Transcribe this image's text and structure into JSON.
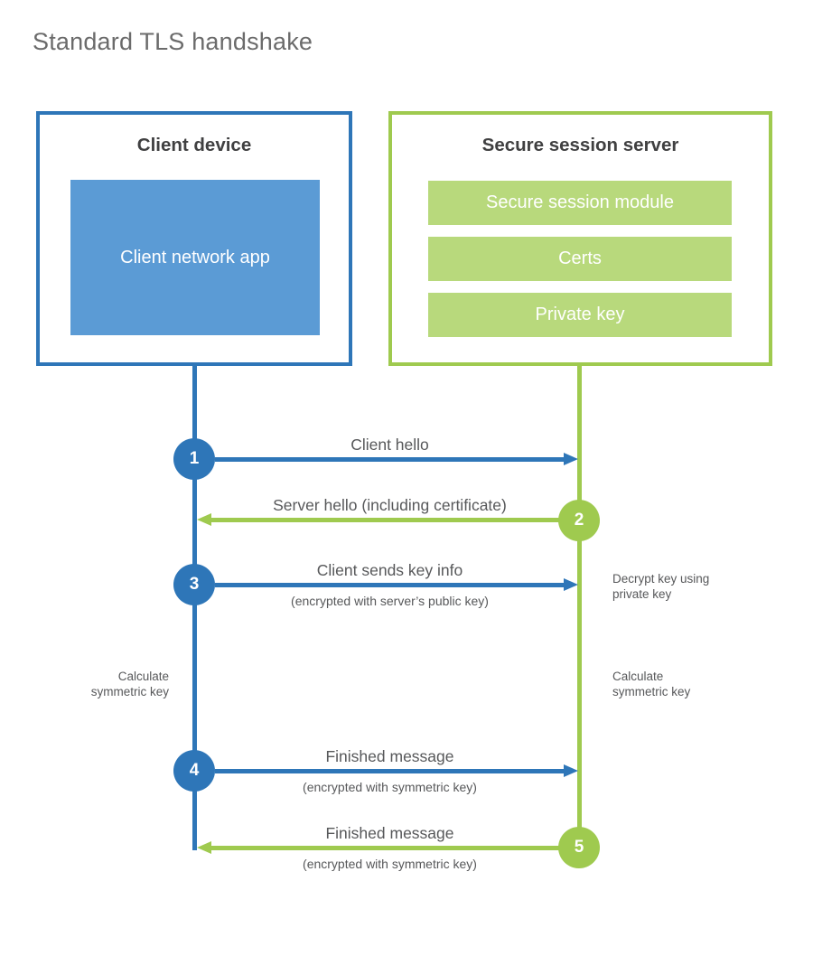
{
  "title": "Standard TLS handshake",
  "colors": {
    "blue": "#2e76b8",
    "blue_fill": "#5b9bd5",
    "green": "#9fca4f",
    "green_fill": "#b8d97c",
    "heading": "#404041",
    "label": "#57585a",
    "title_gray": "#6b6b6b"
  },
  "client": {
    "title": "Client device",
    "app_label": "Client network app"
  },
  "server": {
    "title": "Secure session server",
    "modules": [
      "Secure session module",
      "Certs",
      "Private key"
    ]
  },
  "steps": [
    {
      "num": "1",
      "label": "Client hello"
    },
    {
      "num": "2",
      "label": "Server hello (including certificate)"
    },
    {
      "num": "3",
      "label": "Client sends key info",
      "sublabel": "(encrypted with server’s public key)"
    },
    {
      "num": "4",
      "label": "Finished message",
      "sublabel": "(encrypted with symmetric key)"
    },
    {
      "num": "5",
      "label": "Finished message",
      "sublabel": "(encrypted with symmetric key)"
    }
  ],
  "notes": {
    "decrypt": "Decrypt key using private key",
    "calc_left": "Calculate symmetric key",
    "calc_right": "Calculate symmetric key"
  }
}
